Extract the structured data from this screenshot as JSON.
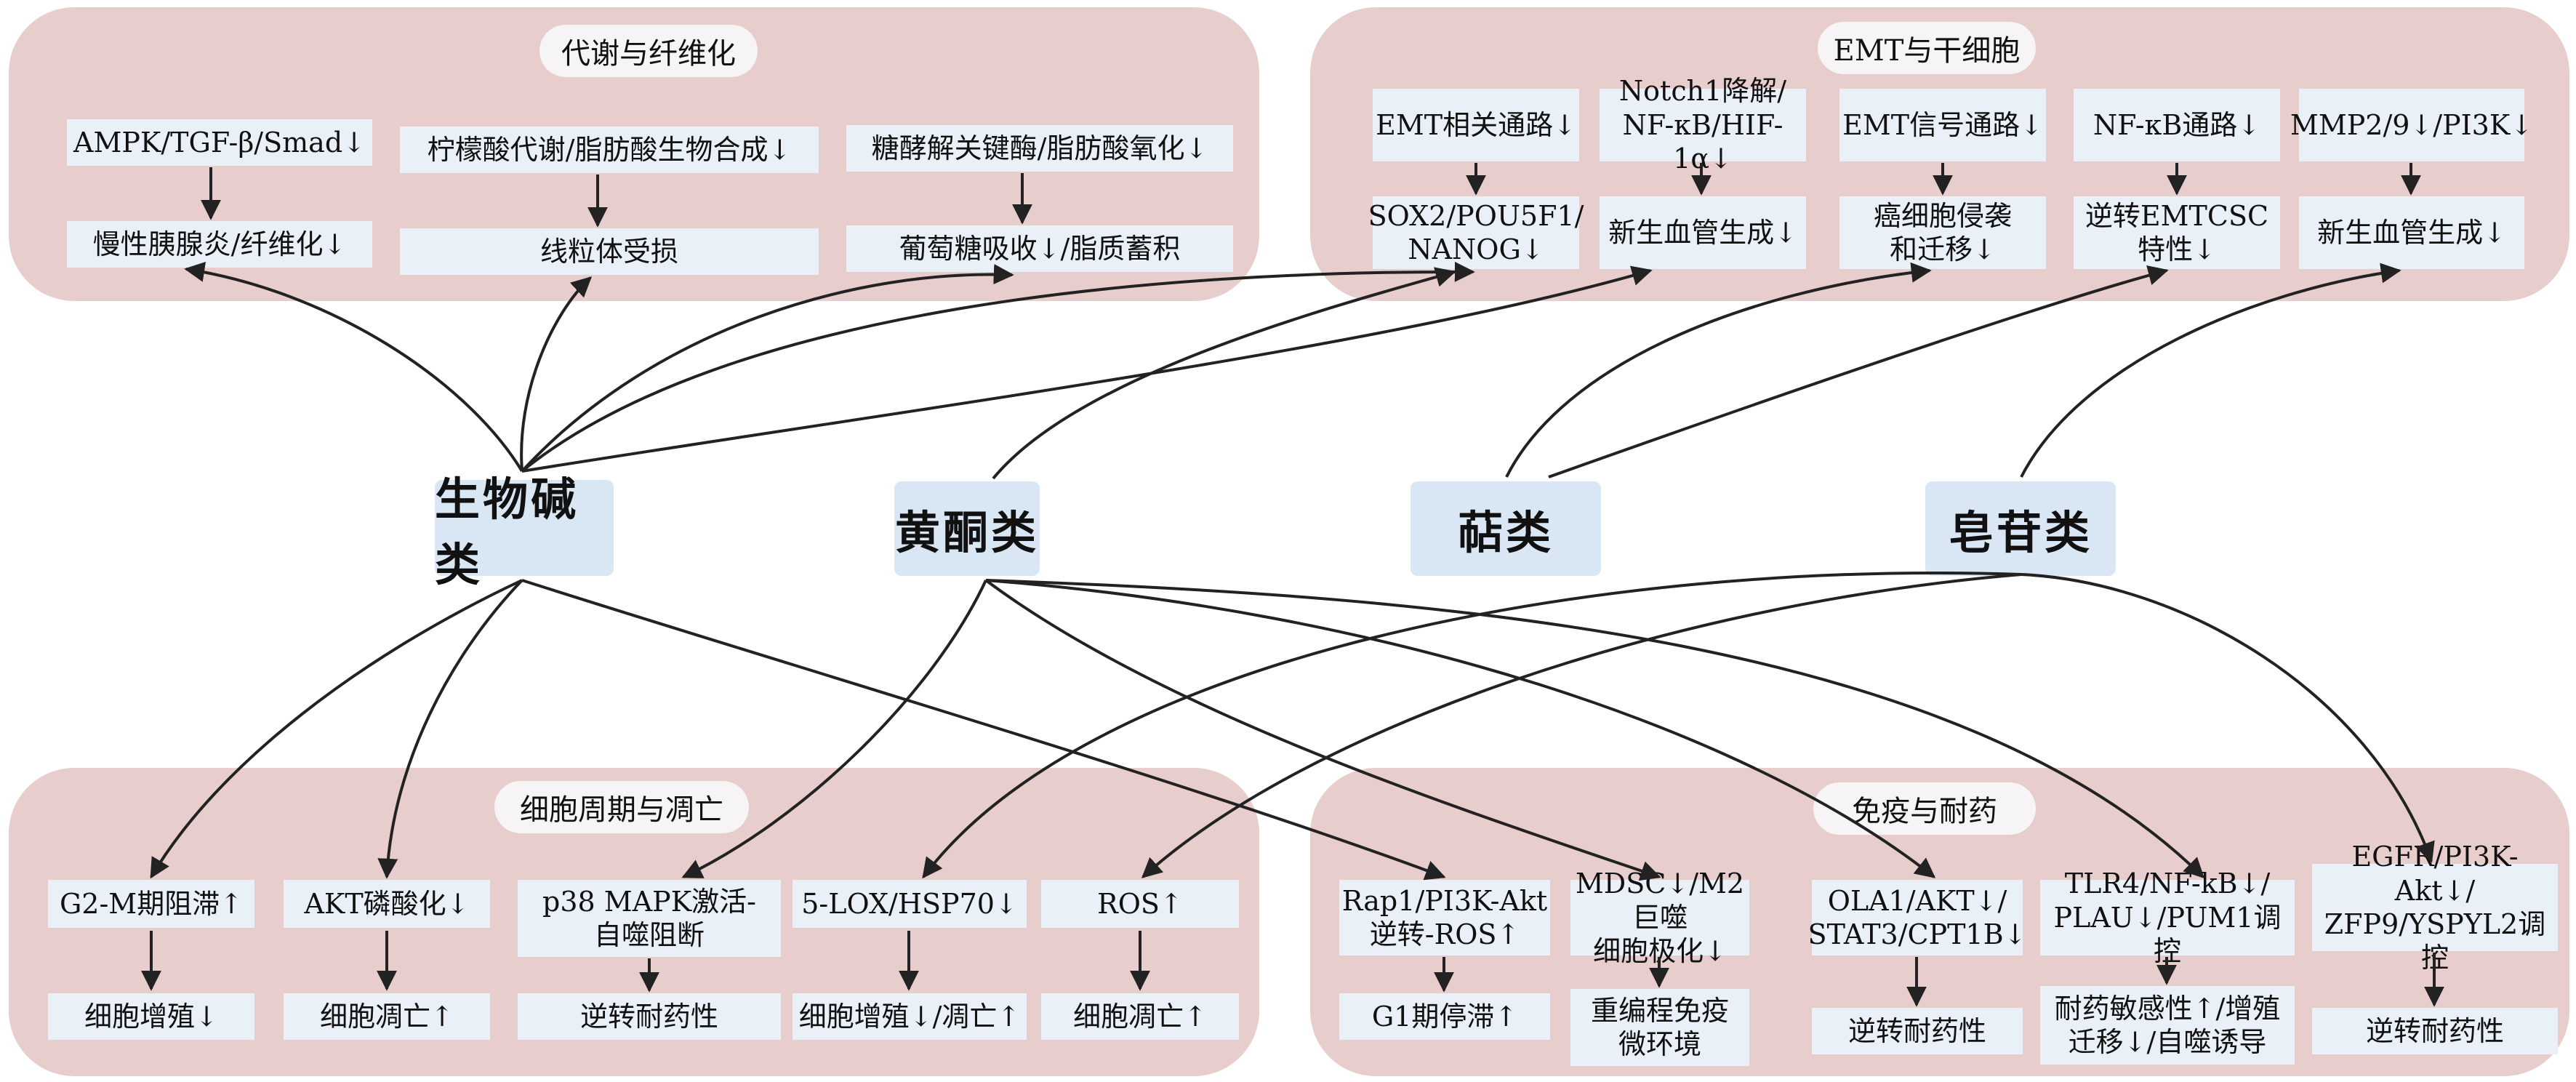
{
  "panels": {
    "metabolism": "代谢与纤维化",
    "emt": "EMT与干细胞",
    "cellcycle": "细胞周期与凋亡",
    "immune": "免疫与耐药"
  },
  "categories": {
    "alkaloids": "生物碱类",
    "flavonoids": "黄酮类",
    "terpenes": "萜类",
    "saponins": "皂苷类"
  },
  "metabolism": {
    "ampk": "AMPK/TGF-β/Smad↓",
    "pancreatitis": "慢性胰腺炎/纤维化↓",
    "citrate": "柠檬酸代谢/脂肪酸生物合成↓",
    "mito": "线粒体受损",
    "glycolysis": "糖酵解关键酶/脂肪酸氧化↓",
    "glucose": "葡萄糖吸收↓/脂质蓄积"
  },
  "emt": {
    "emt_path": "EMT相关通路↓",
    "sox2": "SOX2/POU5F1/\nNANOG↓",
    "notch": "Notch1降解/\nNF-κB/HIF-1α↓",
    "angio1": "新生血管生成↓",
    "emt_signal": "EMT信号通路↓",
    "invasion": "癌细胞侵袭\n和迁移↓",
    "nfkb": "NF-κB通路↓",
    "emtcsc": "逆转EMTCSC\n特性↓",
    "mmp": "MMP2/9↓/PI3K↓",
    "angio2": "新生血管生成↓"
  },
  "cellcycle": {
    "g2m": "G2-M期阻滞↑",
    "prolif1": "细胞增殖↓",
    "akt": "AKT磷酸化↓",
    "apop1": "细胞凋亡↑",
    "p38": "p38 MAPK激活-\n自噬阻断",
    "resist1": "逆转耐药性",
    "lox": "5-LOX/HSP70↓",
    "prolif2": "细胞增殖↓/凋亡↑",
    "ros": "ROS↑",
    "apop2": "细胞凋亡↑"
  },
  "immune": {
    "rap1": "Rap1/PI3K-Akt\n逆转-ROS↑",
    "g1": "G1期停滞↑",
    "mdsc": "MDSC↓/M2巨噬\n细胞极化↓",
    "reprogram": "重编程免疫\n微环境",
    "ola1": "OLA1/AKT↓/\nSTAT3/CPT1B↓",
    "resist2": "逆转耐药性",
    "tlr4": "TLR4/NF-kB↓/\nPLAU↓/PUM1调控",
    "sensitivity": "耐药敏感性↑/增殖\n迁移↓/自噬诱导",
    "egfr": "EGFR/PI3K-Akt↓/\nZFP9/YSPYL2调控",
    "resist3": "逆转耐药性"
  }
}
